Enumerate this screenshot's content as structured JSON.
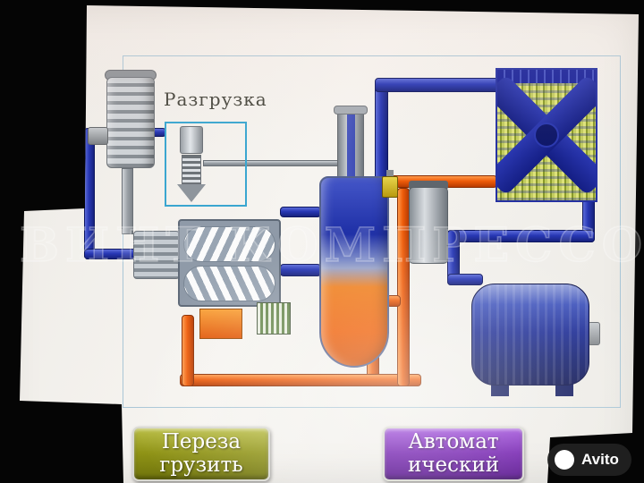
{
  "screen": {
    "diagram": {
      "unloading_label": "Разгрузка",
      "components": [
        "air-filter",
        "unloading-valve",
        "screw-compressor",
        "oil-separator",
        "oil-cooler-with-fan",
        "thermostat-block",
        "drain-valve",
        "oil-filter",
        "oil-sump",
        "drive-motor"
      ],
      "pipe_colors": {
        "cold_blue": "#2737b4",
        "hot_orange": "#ee5c0a",
        "neutral_gray": "#9aa0a6"
      }
    },
    "buttons": [
      {
        "id": "reload",
        "line1": "Переза",
        "line2": "грузить",
        "color": "#8a8e14"
      },
      {
        "id": "automatic",
        "line1": "Автомат",
        "line2": "ический",
        "color": "#6a14a8"
      }
    ]
  },
  "overlays": {
    "watermark_text": "ВИНТ КОМПРЕССОР",
    "photo_badge_label": "Avito"
  }
}
